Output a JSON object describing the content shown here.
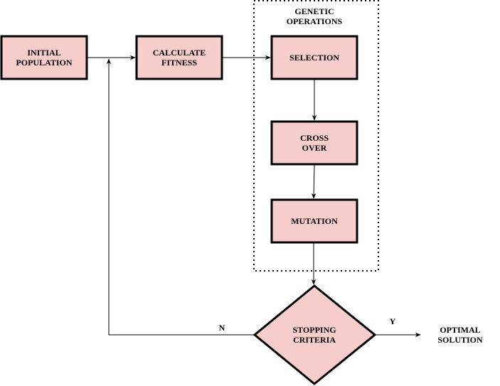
{
  "colors": {
    "box_fill": "#f8cecc",
    "stroke": "#000000",
    "background": "#ffffff"
  },
  "nodes": {
    "initial_population": "INITIAL\nPOPULATION",
    "calculate_fitness": "CALCULATE\nFITNESS",
    "selection": "SELECTION",
    "cross_over": "CROSS\nOVER",
    "mutation": "MUTATION",
    "stopping_criteria": "STOPPING\nCRITERIA",
    "optimal_solution": "OPTIMAL\nSOLUTION"
  },
  "group": {
    "title": "GENETIC\nOPERATIONS"
  },
  "edges": {
    "no_label": "N",
    "yes_label": "Y"
  }
}
